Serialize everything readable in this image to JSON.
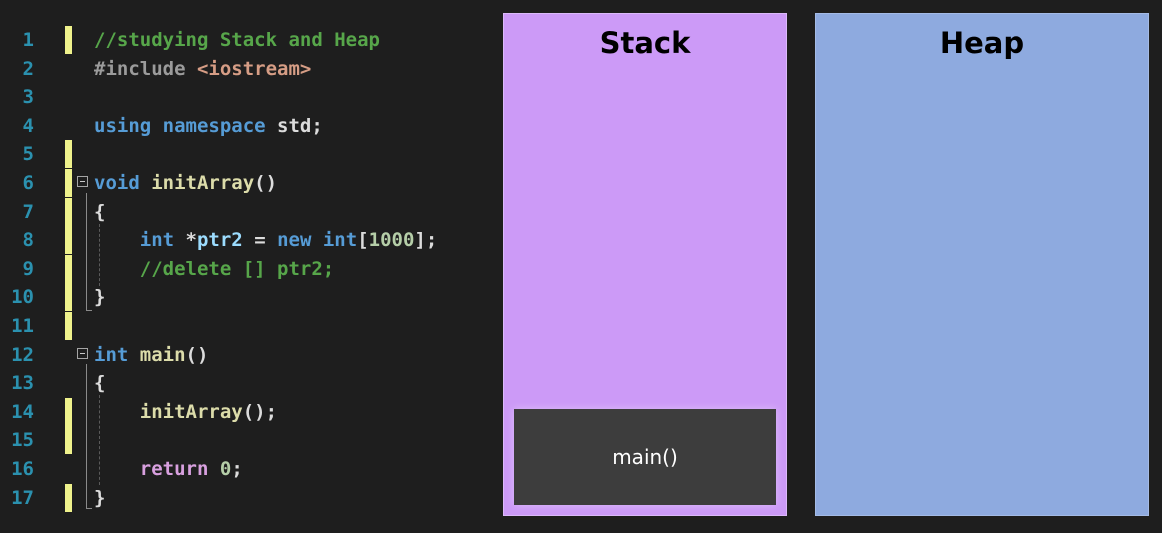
{
  "editor": {
    "lines": [
      {
        "num": "1",
        "tokens": [
          {
            "t": "//studying Stack and Heap",
            "c": "comment"
          }
        ]
      },
      {
        "num": "2",
        "tokens": [
          {
            "t": "#include ",
            "c": "prep"
          },
          {
            "t": "<iostream>",
            "c": "str"
          }
        ]
      },
      {
        "num": "3",
        "tokens": []
      },
      {
        "num": "4",
        "tokens": [
          {
            "t": "using",
            "c": "kw"
          },
          {
            "t": " ",
            "c": "plain"
          },
          {
            "t": "namespace",
            "c": "kw"
          },
          {
            "t": " std;",
            "c": "plain"
          }
        ]
      },
      {
        "num": "5",
        "tokens": []
      },
      {
        "num": "6",
        "tokens": [
          {
            "t": "void",
            "c": "kw"
          },
          {
            "t": " ",
            "c": "plain"
          },
          {
            "t": "initArray",
            "c": "fn"
          },
          {
            "t": "()",
            "c": "plain"
          }
        ]
      },
      {
        "num": "7",
        "tokens": [
          {
            "t": "{",
            "c": "plain"
          }
        ]
      },
      {
        "num": "8",
        "tokens": [
          {
            "t": "    ",
            "c": "plain"
          },
          {
            "t": "int",
            "c": "kw"
          },
          {
            "t": " *",
            "c": "plain"
          },
          {
            "t": "ptr2",
            "c": "var"
          },
          {
            "t": " = ",
            "c": "plain"
          },
          {
            "t": "new",
            "c": "kw"
          },
          {
            "t": " ",
            "c": "plain"
          },
          {
            "t": "int",
            "c": "kw"
          },
          {
            "t": "[",
            "c": "plain"
          },
          {
            "t": "1000",
            "c": "num"
          },
          {
            "t": "];",
            "c": "plain"
          }
        ]
      },
      {
        "num": "9",
        "tokens": [
          {
            "t": "    ",
            "c": "plain"
          },
          {
            "t": "//delete [] ptr2;",
            "c": "comment"
          }
        ]
      },
      {
        "num": "10",
        "tokens": [
          {
            "t": "}",
            "c": "plain"
          }
        ]
      },
      {
        "num": "11",
        "tokens": []
      },
      {
        "num": "12",
        "tokens": [
          {
            "t": "int",
            "c": "kw"
          },
          {
            "t": " ",
            "c": "plain"
          },
          {
            "t": "main",
            "c": "fn"
          },
          {
            "t": "()",
            "c": "plain"
          }
        ]
      },
      {
        "num": "13",
        "tokens": [
          {
            "t": "{",
            "c": "plain"
          }
        ]
      },
      {
        "num": "14",
        "tokens": [
          {
            "t": "    ",
            "c": "plain"
          },
          {
            "t": "initArray",
            "c": "fn"
          },
          {
            "t": "();",
            "c": "plain"
          }
        ]
      },
      {
        "num": "15",
        "tokens": []
      },
      {
        "num": "16",
        "tokens": [
          {
            "t": "    ",
            "c": "plain"
          },
          {
            "t": "return",
            "c": "ctrl"
          },
          {
            "t": " ",
            "c": "plain"
          },
          {
            "t": "0",
            "c": "num"
          },
          {
            "t": ";",
            "c": "plain"
          }
        ]
      },
      {
        "num": "17",
        "tokens": [
          {
            "t": "}",
            "c": "plain"
          }
        ]
      }
    ]
  },
  "stack": {
    "title": "Stack",
    "frames": [
      "main()"
    ]
  },
  "heap": {
    "title": "Heap"
  },
  "colors": {
    "stack_bg": "#cc9af7",
    "heap_bg": "#8eaadf",
    "frame_bg": "#3d3d3d",
    "change_marker": "#eff28c",
    "line_number": "#2b91af"
  }
}
